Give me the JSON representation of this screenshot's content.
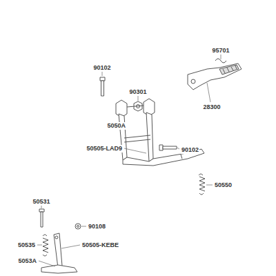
{
  "diagram": {
    "labels": [
      "90102",
      "90301",
      "95701",
      "28300",
      "5050A",
      "90102",
      "50505-LAD9",
      "50550",
      "50531",
      "90108",
      "50535",
      "50505-KEBE",
      "5053A"
    ]
  }
}
